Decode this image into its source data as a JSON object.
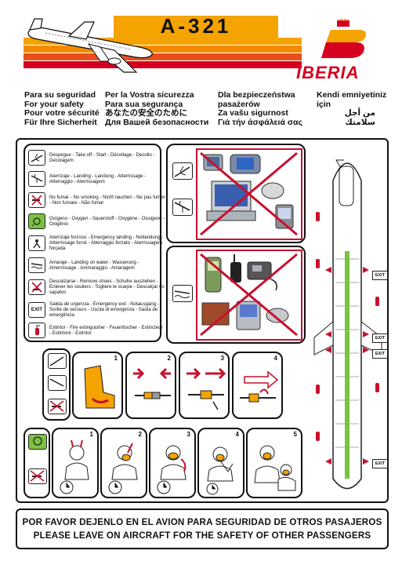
{
  "header": {
    "aircraft_model": "A-321",
    "airline_name": "IBERIA",
    "safety_titles": {
      "col1": [
        "Para su seguridad",
        "For your safety",
        "Pour votre sécurité",
        "Für Ihre Sicherheit"
      ],
      "col2": [
        "Per la Vostra sicurezza",
        "Para sua segurança",
        "あなたの安全のために",
        "Для Вашей безопасности"
      ],
      "col3": [
        "Dla bezpieczeństwa pasażerów",
        "Za vašu sigurnost",
        "Γιά τήν ἀσφάλειά σας"
      ],
      "col4": [
        "Kendi emniyetiniz için",
        "من أجل سلامتك"
      ]
    }
  },
  "legend": [
    {
      "icon": "takeoff-icon",
      "text": "Despegue - Take off - Start - Décollage - Decollo - Decolagem"
    },
    {
      "icon": "landing-icon",
      "text": "Aterrizaje - Landing - Landung - Atterrissage - Atterraggio - Aterrissagem"
    },
    {
      "icon": "no-smoking-icon",
      "text": "No fumar - No smoking - Nicht rauchen - Ne pas fumer - Non fumare - Não fumar"
    },
    {
      "icon": "oxygen-icon",
      "text": "Oxígeno - Oxygen - Sauerstoff - Oxygène - Ossigeno - Oxigênio"
    },
    {
      "icon": "emergency-landing-icon",
      "text": "Aterrizaje forzoso - Emergency landing - Notlandung - Atterrissage forcé - Atterraggio forzato - Aterrissagem forçada"
    },
    {
      "icon": "ditching-icon",
      "text": "Amaraje - Landing on water - Wasserung - Amerrissage - Ammaraggio - Amaragem"
    },
    {
      "icon": "remove-shoes-icon",
      "text": "Descalzarse - Remove shoes - Schuhe ausziehen - Enlever les souliers - Togliere le scarpe - Descalçar os sapatos"
    },
    {
      "icon": "exit-icon",
      "icon_label": "EXIT",
      "text": "Salida de urgencia - Emergency exit - Notausgang - Sortie de secours - Uscita di emergenza - Saída de emergência"
    },
    {
      "icon": "fire-extinguisher-icon",
      "text": "Extintor - Fire extinguisher - Feuerlöscher - Extincteur - Estintore - Extintor"
    }
  ],
  "seatbelt_steps": [
    "1",
    "2",
    "3",
    "4"
  ],
  "oxygen_steps": [
    "1",
    "2",
    "3",
    "4",
    "5"
  ],
  "exit_labels": [
    "EXIT",
    "EXIT",
    "EXIT",
    "EXIT"
  ],
  "footer": {
    "line1": "POR FAVOR DEJENLO EN EL AVION PARA SEGURIDAD DE OTROS PASAJEROS",
    "line2": "PLEASE LEAVE ON AIRCRAFT FOR THE SAFETY OF OTHER PASSENGERS"
  },
  "colors": {
    "iberia_red": "#d5001f",
    "iberia_yellow": "#f4a300",
    "prohibition_red": "#c8102e",
    "exit_path_green": "#7cc242"
  }
}
